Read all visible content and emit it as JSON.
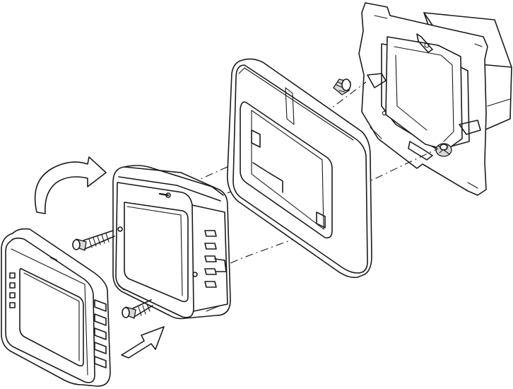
{
  "figure": {
    "kind": "exploded assembly illustration",
    "colors": {
      "line": "#1a1a1a",
      "background": "#ffffff",
      "shade": "#d8d8d8"
    },
    "parts": [
      "mounting-frame-with-box",
      "cover-frame",
      "thermostat-base",
      "thermostat-display-unit",
      "fixing-screw",
      "rotate-arrow",
      "push-arrow"
    ],
    "printed_text": []
  }
}
